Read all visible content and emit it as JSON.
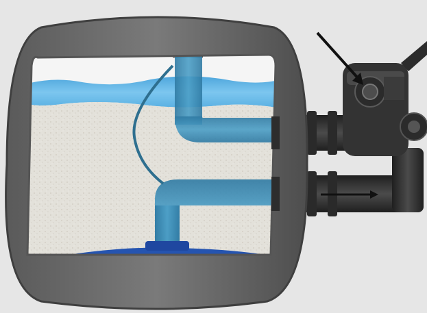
{
  "diagram": {
    "components": [
      {
        "id": "tank",
        "icon": "filter-tank-icon"
      },
      {
        "id": "water-layer",
        "icon": "water-icon"
      },
      {
        "id": "sand-bed",
        "icon": "sand-icon"
      },
      {
        "id": "top-diffuser",
        "icon": "diffuser-icon"
      },
      {
        "id": "standpipe",
        "icon": "pipe-icon"
      },
      {
        "id": "bottom-laterals",
        "icon": "laterals-icon"
      },
      {
        "id": "multiport-valve",
        "icon": "valve-icon"
      },
      {
        "id": "inlet-pipe",
        "icon": "pipe-icon"
      },
      {
        "id": "outlet-pipe",
        "icon": "pipe-icon"
      },
      {
        "id": "pointer-arrow",
        "icon": "arrow-icon"
      },
      {
        "id": "flow-arrow",
        "icon": "arrow-icon"
      }
    ],
    "colors": {
      "background": "#e6e6e6",
      "tank_shell": "#6f6f6f",
      "tank_shell_dark": "#4a4a4a",
      "water": "#5fb4e6",
      "sand": "#e4e2dc",
      "pipe_blue": "#3f8fb7",
      "pipe_dark": "#2b2b2b",
      "valve_body": "#3a3a3a",
      "laterals": "#2554b0",
      "arrow": "#111111"
    }
  }
}
